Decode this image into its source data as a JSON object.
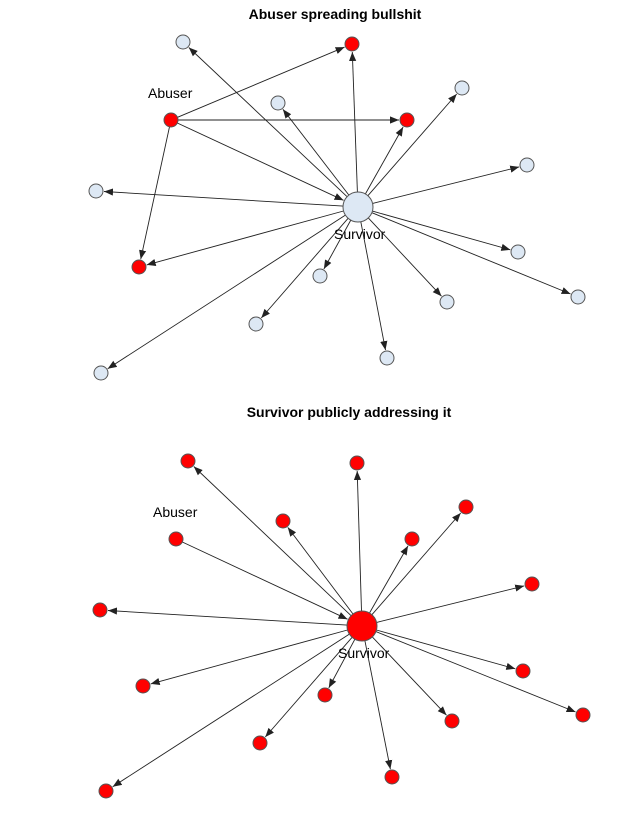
{
  "colors": {
    "red": "#ff0000",
    "light_blue": "#dde8f4",
    "stroke": "#555555",
    "edge": "#222222"
  },
  "diagrams": [
    {
      "title": "Abuser spreading bullshit",
      "abuser_label": "Abuser",
      "survivor_label": "Survivor",
      "survivor_color": "light_blue",
      "abuser_color": "red",
      "nodes": [
        {
          "color": "light_blue"
        },
        {
          "color": "red"
        },
        {
          "color": "light_blue"
        },
        {
          "color": "red"
        },
        {
          "color": "light_blue"
        },
        {
          "color": "light_blue"
        },
        {
          "color": "light_blue"
        },
        {
          "color": "red"
        },
        {
          "color": "light_blue"
        },
        {
          "color": "light_blue"
        },
        {
          "color": "light_blue"
        },
        {
          "color": "light_blue"
        },
        {
          "color": "light_blue"
        },
        {
          "color": "light_blue"
        },
        {
          "color": "light_blue"
        }
      ],
      "abuser_targets": [
        1,
        3,
        7
      ]
    },
    {
      "title": "Survivor publicly addressing it",
      "abuser_label": "Abuser",
      "survivor_label": "Survivor",
      "survivor_color": "red",
      "abuser_color": "red",
      "nodes": [
        {
          "color": "red"
        },
        {
          "color": "red"
        },
        {
          "color": "red"
        },
        {
          "color": "red"
        },
        {
          "color": "red"
        },
        {
          "color": "red"
        },
        {
          "color": "red"
        },
        {
          "color": "red"
        },
        {
          "color": "red"
        },
        {
          "color": "red"
        },
        {
          "color": "red"
        },
        {
          "color": "red"
        },
        {
          "color": "red"
        },
        {
          "color": "red"
        },
        {
          "color": "red"
        }
      ],
      "abuser_targets": []
    }
  ]
}
